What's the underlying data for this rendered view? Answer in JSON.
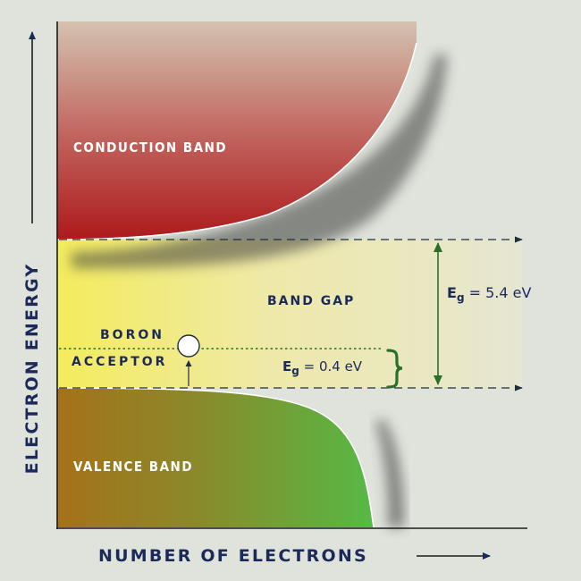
{
  "diagram": {
    "axes": {
      "y_label": "ELECTRON ENERGY",
      "x_label": "NUMBER OF ELECTRONS"
    },
    "bands": {
      "conduction": "CONDUCTION BAND",
      "gap": "BAND GAP",
      "valence": "VALENCE BAND"
    },
    "acceptor": {
      "line1": "BORON",
      "line2": "ACCEPTOR"
    },
    "energy_gap": {
      "symbol": "E",
      "subscript": "g",
      "main_value": " = 5.4 eV",
      "acceptor_value": " = 0.4 eV"
    },
    "colors": {
      "conduction_top": "#d0b7a4",
      "conduction_bottom": "#b01c1e",
      "gap_left": "#f2ec60",
      "valence_left": "#a8731a",
      "valence_right": "#58b848",
      "navy": "#1c2a5a",
      "green_marker": "#2c6e2a"
    }
  }
}
